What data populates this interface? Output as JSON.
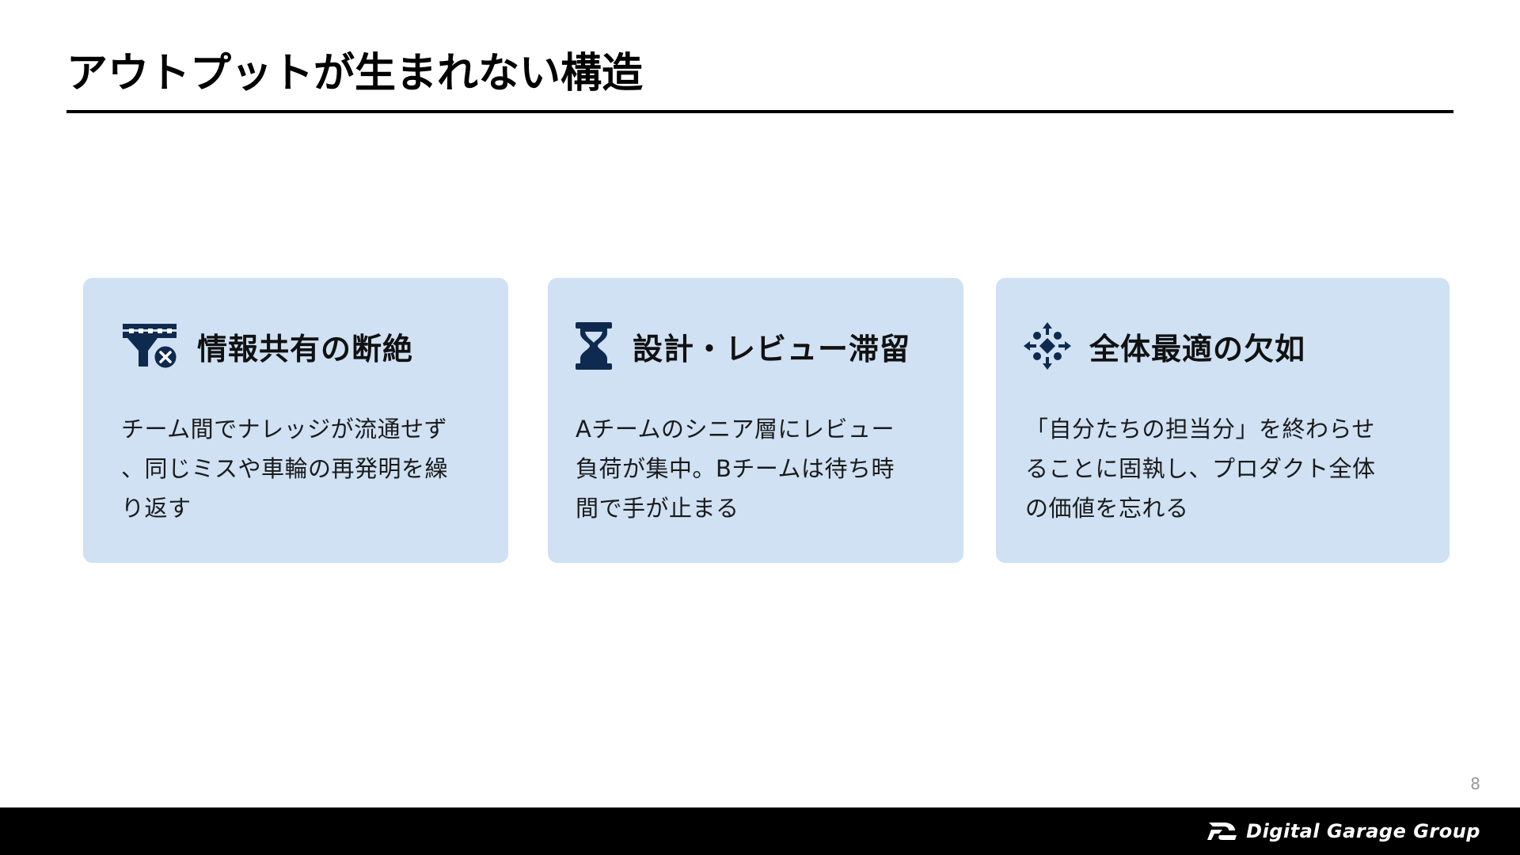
{
  "slide": {
    "title": "アウトプットが生まれない構造",
    "page_number": "8"
  },
  "cards": [
    {
      "icon": "broken-network-icon",
      "title": "情報共有の断絶",
      "body_lines": [
        "チーム間でナレッジが流通せず",
        "、同じミスや車輪の再発明を繰",
        "り返す"
      ]
    },
    {
      "icon": "hourglass-icon",
      "title": "設計・レビュー滞留",
      "body_lines": [
        "Aチームのシニア層にレビュー",
        "負荷が集中。Bチームは待ち時",
        "間で手が止まる"
      ]
    },
    {
      "icon": "scattered-arrows-icon",
      "title": "全体最適の欠如",
      "body_lines": [
        "「自分たちの担当分」を終わらせ",
        "ることに固執し、プロダクト全体",
        "の価値を忘れる"
      ]
    }
  ],
  "footer": {
    "brand": "Digital Garage Group",
    "logo": "digital-garage-logo"
  },
  "colors": {
    "card_background": "#cfe1f3",
    "icon_color": "#0f2a4f",
    "footer_background": "#000000"
  }
}
